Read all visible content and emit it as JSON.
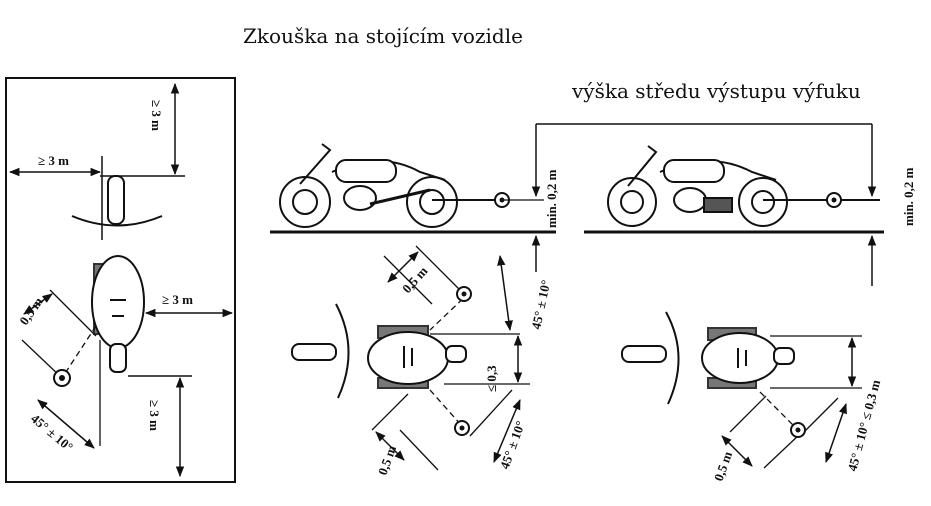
{
  "title": "Zkouška na stojícím vozidle",
  "exhaust_label": "výška středu výstupu výfuku",
  "left_panel": {
    "dist_top": "≥ 3 m",
    "dist_left": "≥ 3 m",
    "dist_right": "≥ 3 m",
    "dist_bottom": "≥ 3 m",
    "mic_dist": "0,5 m",
    "angle": "45° ± 10°"
  },
  "middle_panel": {
    "height": "min. 0,2 m",
    "mic_top_dist": "0,5 m",
    "mic_top_angle": "45° ± 10°",
    "lateral": "≤ 0,3",
    "mic_bottom_dist": "0,5 m",
    "mic_bottom_angle": "45° ± 10°"
  },
  "right_panel": {
    "height": "min. 0,2 m",
    "lateral_angle": "45° ± 10° ≤ 0,3 m",
    "mic_dist": "0,5 m"
  }
}
